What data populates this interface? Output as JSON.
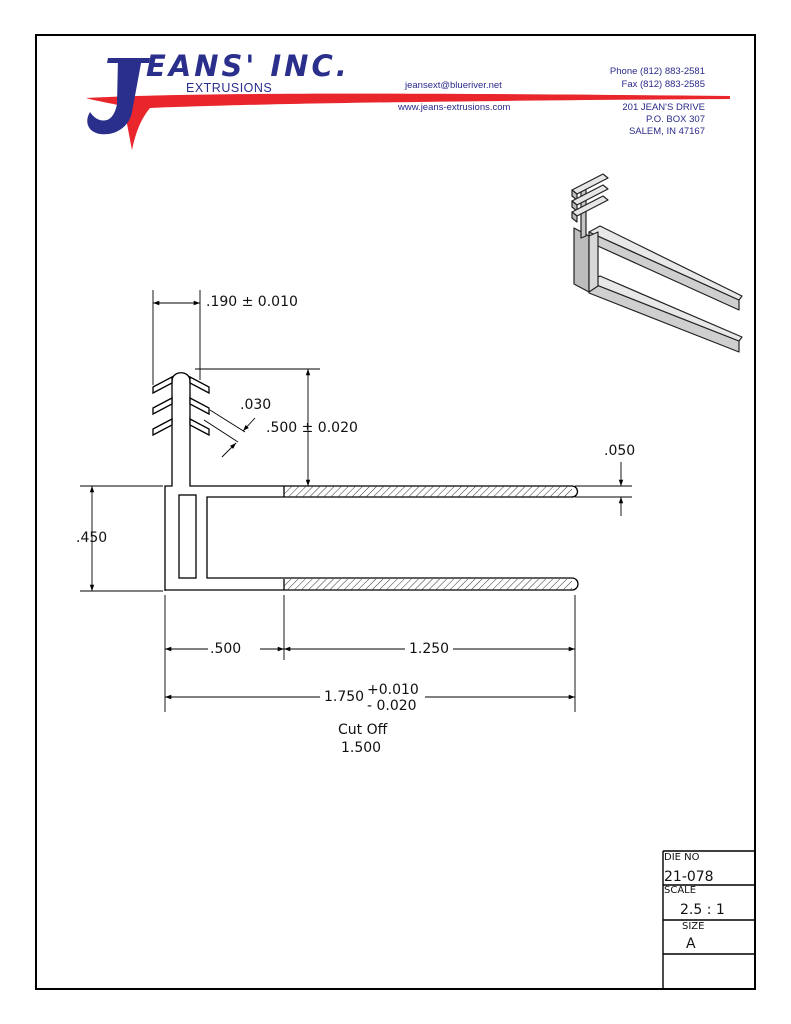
{
  "company": {
    "name": "EANS' INC.",
    "initial": "J",
    "division": "EXTRUSIONS",
    "email": "jeansext@blueriver.net",
    "website": "www.jeans-extrusions.com",
    "phone": "Phone (812) 883-2581",
    "fax": "Fax (812) 883-2585",
    "address1": "201 JEAN'S DRIVE",
    "address2": "P.O. BOX 307",
    "address3": "SALEM, IN 47167",
    "brand_red": "#e8262b",
    "brand_blue": "#2b2f8c"
  },
  "dimensions": {
    "d190": ".190 ± 0.010",
    "d030": ".030",
    "d500h": ".500 ± 0.020",
    "d050": ".050",
    "d450": ".450",
    "d500w": ".500",
    "d1250": "1.250",
    "d1750": "1.750",
    "d1750_plus": "+0.010",
    "d1750_minus": "- 0.020",
    "cutoff_label": "Cut Off",
    "cutoff_value": "1.500"
  },
  "title_block": {
    "die_no_label": "DIE NO",
    "die_no": "21-078",
    "scale_label": "SCALE",
    "scale": "2.5 : 1",
    "size_label": "SIZE",
    "size": "A"
  }
}
